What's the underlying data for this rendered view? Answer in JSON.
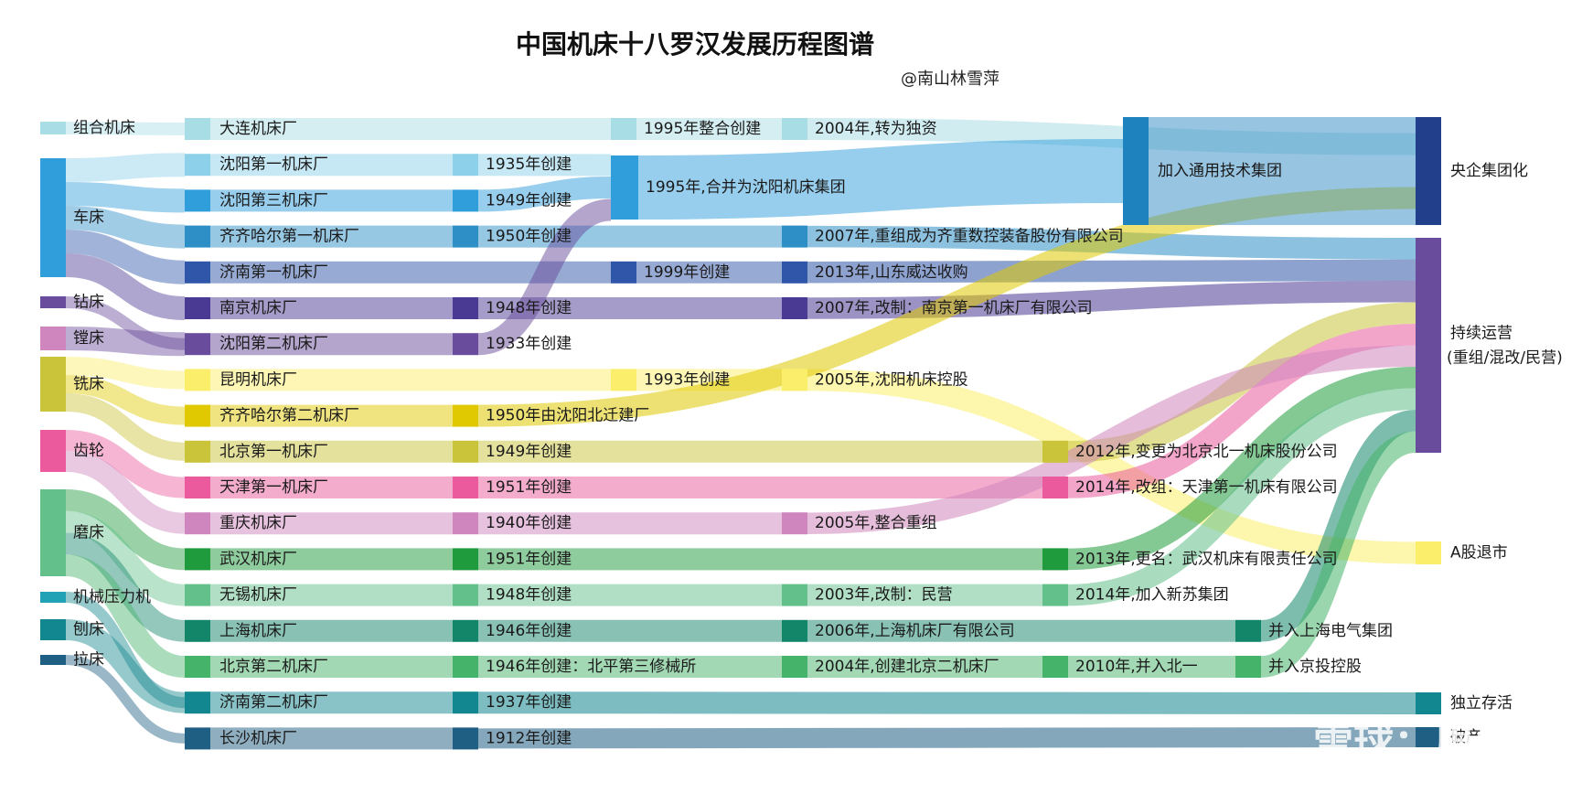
{
  "title": "中国机床十八罗汉发展历程图谱",
  "author": "@南山林雪萍",
  "watermark": "雪球：周而山",
  "categories": [
    {
      "id": "c_combo",
      "label": "组合机床",
      "color": "#a9dde6"
    },
    {
      "id": "c_lathe",
      "label": "车床",
      "color": "#2f9edb"
    },
    {
      "id": "c_drill",
      "label": "钻床",
      "color": "#6a4c9c"
    },
    {
      "id": "c_bore",
      "label": "镗床",
      "color": "#cf86be"
    },
    {
      "id": "c_mill",
      "label": "铣床",
      "color": "#c9c43a"
    },
    {
      "id": "c_gear",
      "label": "齿轮",
      "color": "#ea5a9c"
    },
    {
      "id": "c_grind",
      "label": "磨床",
      "color": "#63c08b"
    },
    {
      "id": "c_press",
      "label": "机械压力机",
      "color": "#22a3b5"
    },
    {
      "id": "c_plane",
      "label": "刨床",
      "color": "#13878f"
    },
    {
      "id": "c_broach",
      "label": "拉床",
      "color": "#1f5f83"
    }
  ],
  "factories": [
    {
      "id": "f_dalian",
      "label": "大连机床厂",
      "color": "#a9dde6",
      "cats": [
        "c_combo"
      ],
      "steps": [
        {
          "label": "1995年整合创建",
          "col": 3
        },
        {
          "label": "2004年,转为独资",
          "col": 4
        }
      ],
      "end": "o_sasac_group"
    },
    {
      "id": "f_sy1",
      "label": "沈阳第一机床厂",
      "color": "#8dd0ea",
      "cats": [
        "c_lathe"
      ],
      "steps": [
        {
          "label": "1935年创建",
          "col": 2
        }
      ],
      "merge": "m_sy",
      "end": "o_sasac_group"
    },
    {
      "id": "f_sy3",
      "label": "沈阳第三机床厂",
      "color": "#2f9edb",
      "cats": [
        "c_lathe"
      ],
      "steps": [
        {
          "label": "1949年创建",
          "col": 2
        }
      ],
      "merge": "m_sy",
      "end": "o_sasac_group"
    },
    {
      "id": "f_qq1",
      "label": "齐齐哈尔第一机床厂",
      "color": "#2e8fc7",
      "cats": [
        "c_lathe"
      ],
      "steps": [
        {
          "label": "1950年创建",
          "col": 2
        },
        {
          "label": "2007年,重组成为齐重数控装备股份有限公司",
          "col": 4
        }
      ],
      "end": "o_continue"
    },
    {
      "id": "f_jn1",
      "label": "济南第一机床厂",
      "color": "#2f56a8",
      "cats": [
        "c_lathe"
      ],
      "steps": [
        {
          "label": "1999年创建",
          "col": 3
        },
        {
          "label": "2013年,山东威达收购",
          "col": 4
        }
      ],
      "end": "o_continue"
    },
    {
      "id": "f_nj",
      "label": "南京机床厂",
      "color": "#4b3a93",
      "cats": [
        "c_lathe"
      ],
      "steps": [
        {
          "label": "1948年创建",
          "col": 2
        },
        {
          "label": "2007年,改制：南京第一机床厂有限公司",
          "col": 4
        }
      ],
      "end": "o_continue"
    },
    {
      "id": "f_sy2",
      "label": "沈阳第二机床厂",
      "color": "#6a4c9c",
      "cats": [
        "c_drill",
        "c_bore"
      ],
      "steps": [
        {
          "label": "1933年创建",
          "col": 2
        }
      ],
      "merge": "m_sy",
      "end": "o_sasac_group"
    },
    {
      "id": "f_km",
      "label": "昆明机床厂",
      "color": "#fbee6a",
      "cats": [
        "c_mill"
      ],
      "steps": [
        {
          "label": "1993年创建",
          "col": 3
        },
        {
          "label": "2005年,沈阳机床控股",
          "col": 4
        }
      ],
      "end": "o_delist"
    },
    {
      "id": "f_qq2",
      "label": "齐齐哈尔第二机床厂",
      "color": "#e0c900",
      "cats": [
        "c_mill"
      ],
      "steps": [
        {
          "label": "1950年由沈阳北迁建厂",
          "col": 2
        }
      ],
      "end": "o_sasac_group"
    },
    {
      "id": "f_bj1",
      "label": "北京第一机床厂",
      "color": "#c9c43a",
      "cats": [
        "c_mill"
      ],
      "steps": [
        {
          "label": "1949年创建",
          "col": 2
        },
        {
          "label": "2012年,变更为北京北一机床股份公司",
          "col": 5
        }
      ],
      "end": "o_continue"
    },
    {
      "id": "f_tj1",
      "label": "天津第一机床厂",
      "color": "#ea5a9c",
      "cats": [
        "c_gear"
      ],
      "steps": [
        {
          "label": "1951年创建",
          "col": 2
        },
        {
          "label": "2014年,改组：天津第一机床有限公司",
          "col": 5
        }
      ],
      "end": "o_continue"
    },
    {
      "id": "f_cq",
      "label": "重庆机床厂",
      "color": "#cf86be",
      "cats": [
        "c_gear"
      ],
      "steps": [
        {
          "label": "1940年创建",
          "col": 2
        },
        {
          "label": "2005年,整合重组",
          "col": 4
        }
      ],
      "end": "o_continue"
    },
    {
      "id": "f_wh",
      "label": "武汉机床厂",
      "color": "#1f9a3c",
      "cats": [
        "c_grind"
      ],
      "steps": [
        {
          "label": "1951年创建",
          "col": 2
        },
        {
          "label": "2013年,更名：武汉机床有限责任公司",
          "col": 5
        }
      ],
      "end": "o_continue"
    },
    {
      "id": "f_wx",
      "label": "无锡机床厂",
      "color": "#63c08b",
      "cats": [
        "c_grind"
      ],
      "steps": [
        {
          "label": "1948年创建",
          "col": 2
        },
        {
          "label": "2003年,改制：民营",
          "col": 4
        },
        {
          "label": "2014年,加入新苏集团",
          "col": 5
        }
      ],
      "end": "o_continue"
    },
    {
      "id": "f_sh",
      "label": "上海机床厂",
      "color": "#13866a",
      "cats": [
        "c_grind"
      ],
      "steps": [
        {
          "label": "1946年创建",
          "col": 2
        },
        {
          "label": "2006年,上海机床厂有限公司",
          "col": 4
        },
        {
          "label": "并入上海电气集团",
          "col": 6
        }
      ],
      "end": "o_continue"
    },
    {
      "id": "f_bj2",
      "label": "北京第二机床厂",
      "color": "#45b46a",
      "cats": [
        "c_grind"
      ],
      "steps": [
        {
          "label": "1946年创建：北平第三修械所",
          "col": 2
        },
        {
          "label": "2004年,创建北京二机床厂",
          "col": 4
        },
        {
          "label": "2010年,并入北一",
          "col": 5
        },
        {
          "label": "并入京投控股",
          "col": 6
        }
      ],
      "end": "o_continue"
    },
    {
      "id": "f_jn2",
      "label": "济南第二机床厂",
      "color": "#13878f",
      "cats": [
        "c_press",
        "c_plane"
      ],
      "steps": [
        {
          "label": "1937年创建",
          "col": 2
        }
      ],
      "end": "o_independent"
    },
    {
      "id": "f_cs",
      "label": "长沙机床厂",
      "color": "#1f5f83",
      "cats": [
        "c_broach"
      ],
      "steps": [
        {
          "label": "1912年创建",
          "col": 2
        }
      ],
      "end": "o_bankrupt"
    }
  ],
  "merges": [
    {
      "id": "m_sy",
      "label": "1995年,合并为沈阳机床集团",
      "color": "#2f9edb"
    },
    {
      "id": "m_gt",
      "label": "加入通用技术集团",
      "color": "#1e82bf"
    }
  ],
  "outcomes": [
    {
      "id": "o_sasac_group",
      "label": "央企集团化",
      "color": "#213f8a"
    },
    {
      "id": "o_continue",
      "label": "持续运营",
      "label2": "(重组/混改/民营)",
      "color": "#6a4c9c"
    },
    {
      "id": "o_delist",
      "label": "A股退市",
      "color": "#fbee6a"
    },
    {
      "id": "o_independent",
      "label": "独立存活",
      "color": "#13878f"
    },
    {
      "id": "o_bankrupt",
      "label": "破产",
      "color": "#1f5f83"
    }
  ]
}
